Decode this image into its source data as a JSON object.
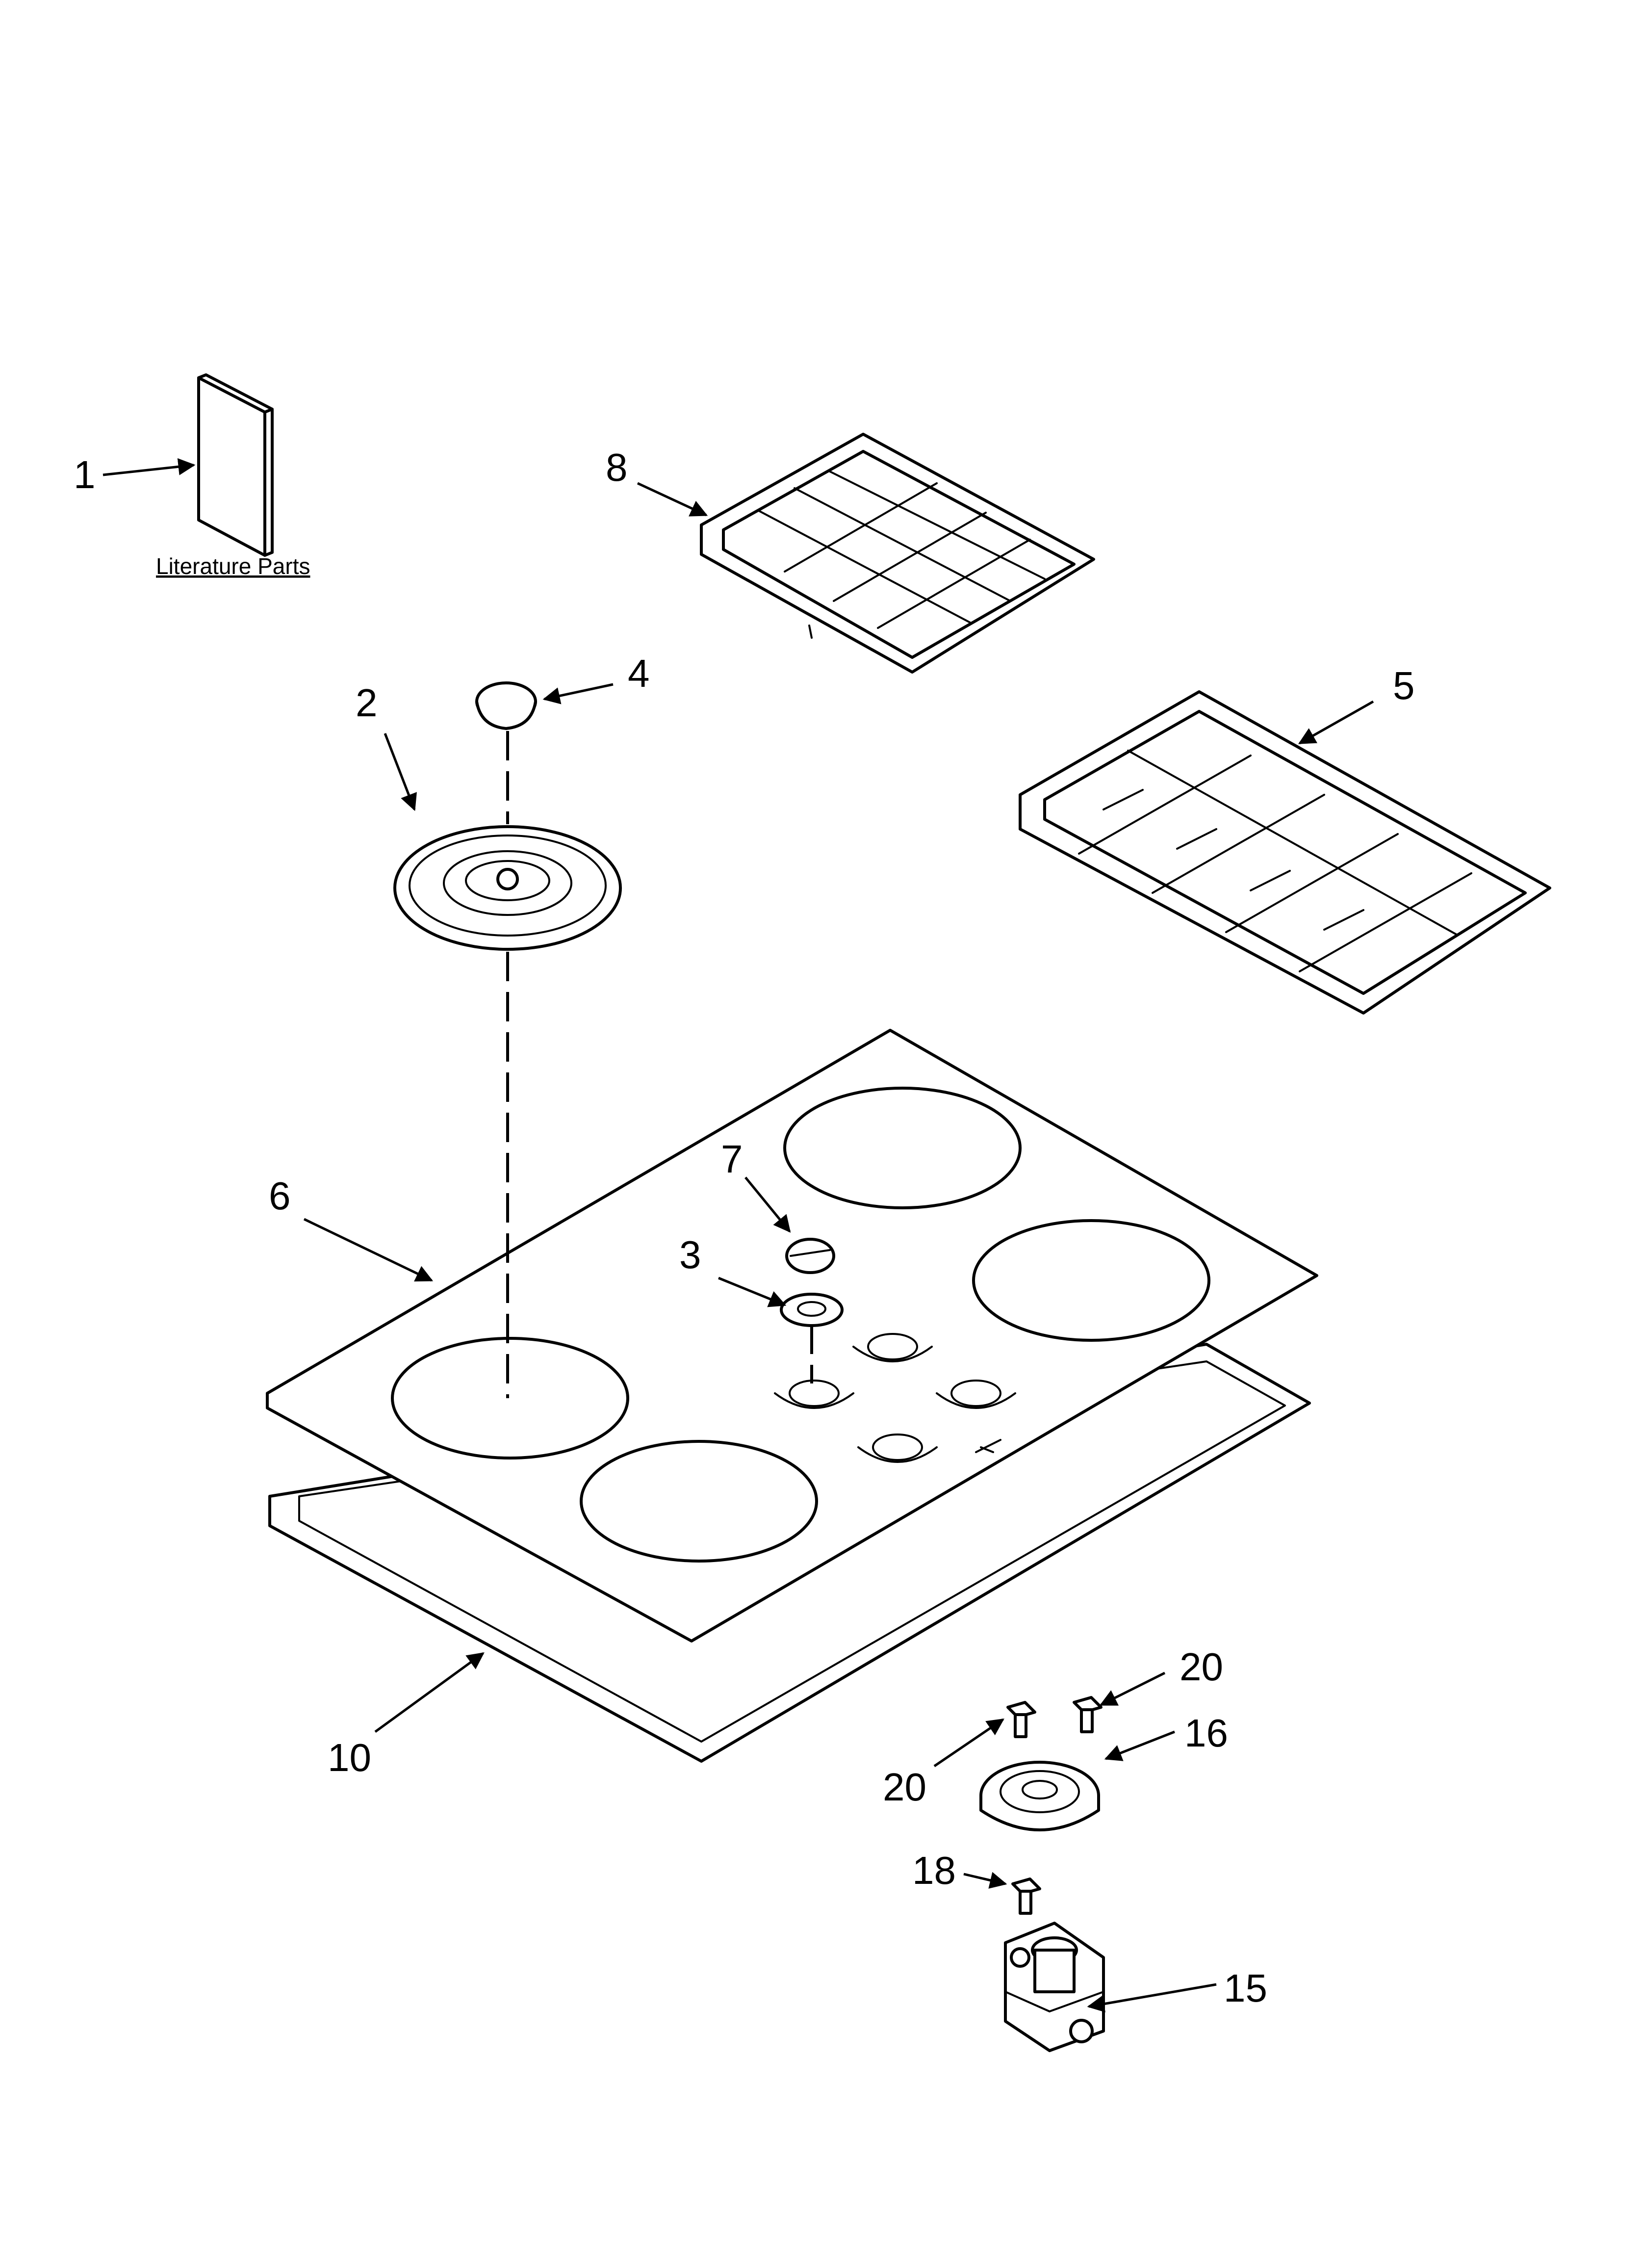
{
  "diagram": {
    "callouts": {
      "c1": "1",
      "c2": "2",
      "c3": "3",
      "c4": "4",
      "c5": "5",
      "c6": "6",
      "c7": "7",
      "c8": "8",
      "c10": "10",
      "c15": "15",
      "c16": "16",
      "c18": "18",
      "c20a": "20",
      "c20b": "20"
    },
    "literature_caption": "Literature Parts"
  }
}
